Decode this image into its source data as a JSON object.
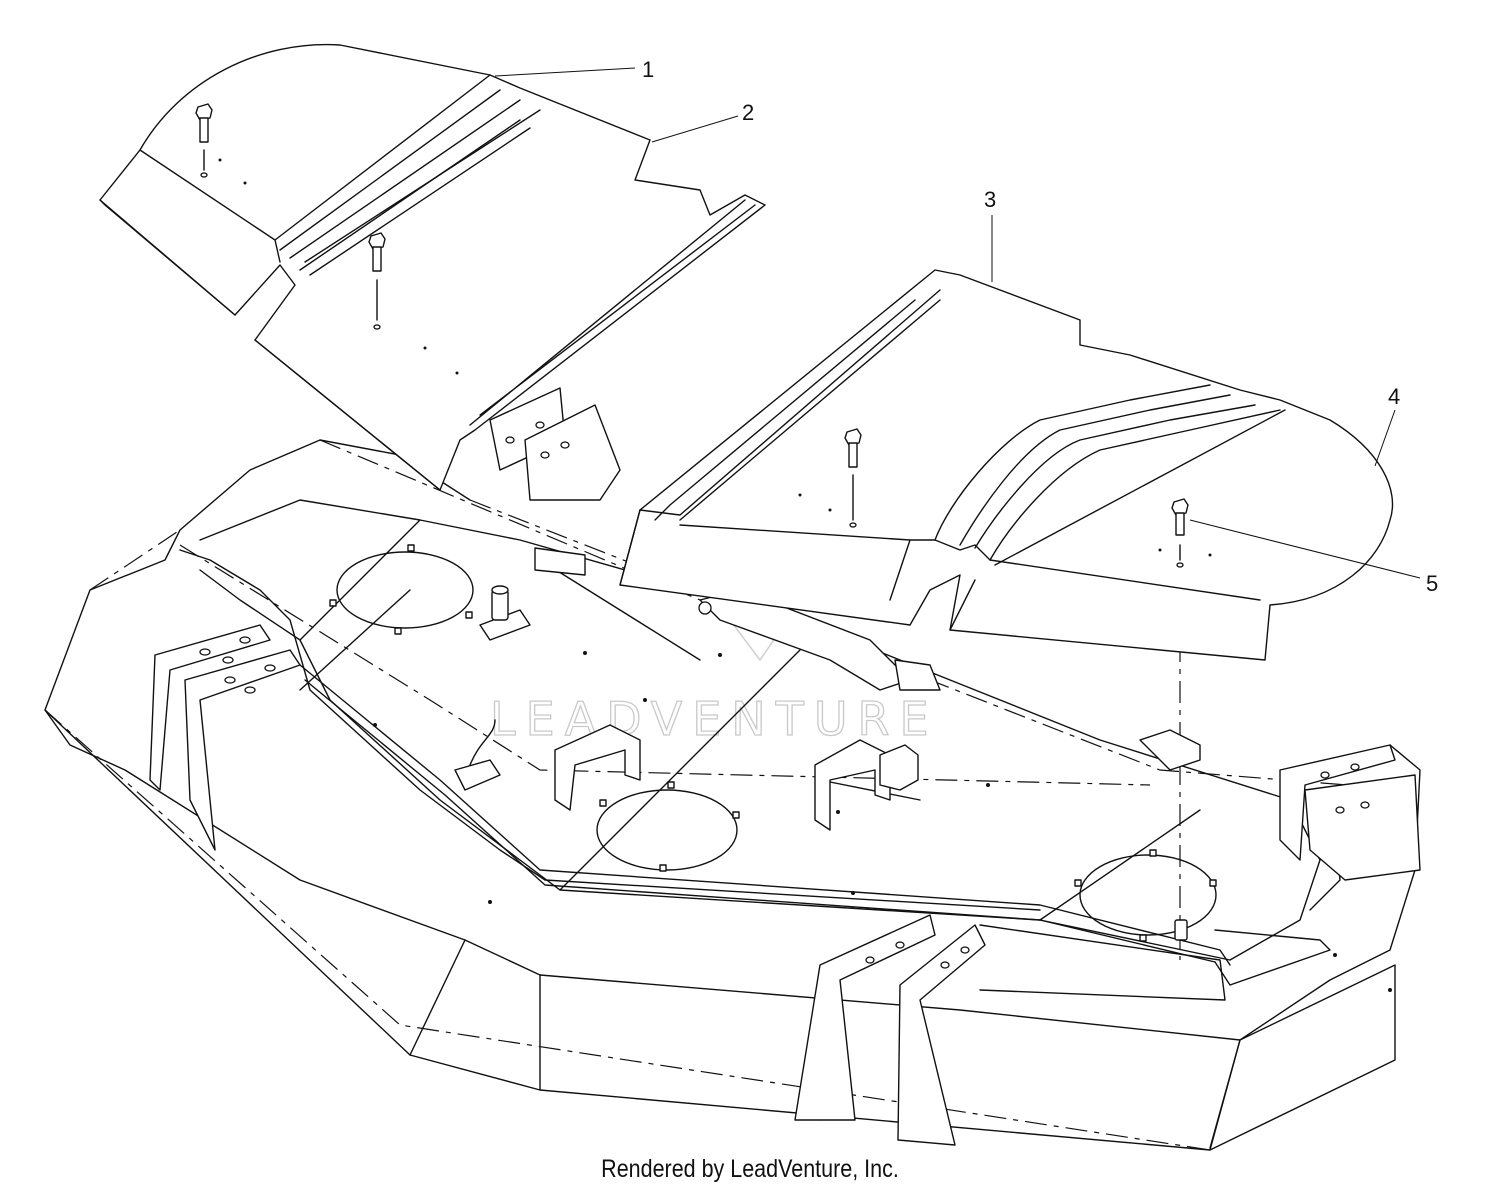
{
  "callouts": [
    {
      "label": "1"
    },
    {
      "label": "2"
    },
    {
      "label": "3"
    },
    {
      "label": "4"
    },
    {
      "label": "5"
    }
  ],
  "watermark": {
    "text": "LEADVENTURE"
  },
  "footer": {
    "text": "Rendered by LeadVenture, Inc."
  }
}
